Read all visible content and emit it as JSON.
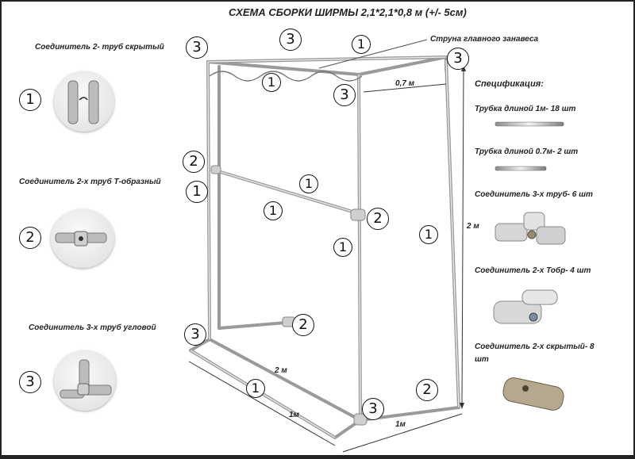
{
  "title": "СХЕМА СБОРКИ ШИРМЫ 2,1*2,1*0,8 м (+/- 5см)",
  "labels": {
    "string": "Струна главного занавеса",
    "conn_hidden": "Соединитель 2- труб скрытый",
    "conn_t": "Соединитель 2-х труб Т-образный",
    "conn_corner": "Соединитель 3-х труб угловой"
  },
  "dims": {
    "d07": "0,7 м",
    "d2v": "2 м",
    "d2h": "2 м",
    "d1a": "1м",
    "d1b": "1м"
  },
  "spec": {
    "heading": "Спецификация:",
    "items": [
      {
        "text": "Трубка длиной 1м-   18 шт"
      },
      {
        "text": "Трубка длиной 0.7м-     2 шт"
      },
      {
        "text": "Соединитель 3-х труб-   6 шт"
      },
      {
        "text": "Соединитель 2-х Тобр-      4 шт"
      },
      {
        "text": "Соединитель 2-х скрытый-  8"
      },
      {
        "text": "шт"
      }
    ]
  },
  "markers": {
    "one": "1",
    "two": "2",
    "three": "3"
  }
}
